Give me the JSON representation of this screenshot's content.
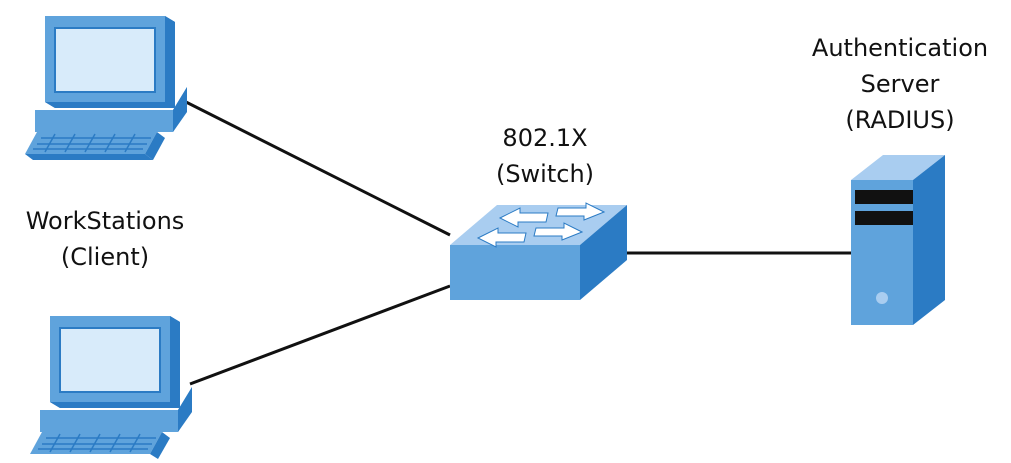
{
  "labels": {
    "workstations": {
      "line1": "WorkStations",
      "line2": "(Client)"
    },
    "switch": {
      "line1": "802.1X",
      "line2": "(Switch)"
    },
    "server": {
      "line1": "Authentication",
      "line2": "Server",
      "line3": "(RADIUS)"
    }
  },
  "colors": {
    "device_face": "#5fa3dc",
    "device_side": "#2b7bc4",
    "device_top": "#a9cdf0",
    "screen": "#d8ebfa",
    "link_line": "#111111",
    "server_slot": "#111111"
  },
  "icons": {
    "workstation_top": "desktop-computer-icon",
    "workstation_bottom": "desktop-computer-icon",
    "switch": "network-switch-icon",
    "server": "tower-server-icon"
  }
}
